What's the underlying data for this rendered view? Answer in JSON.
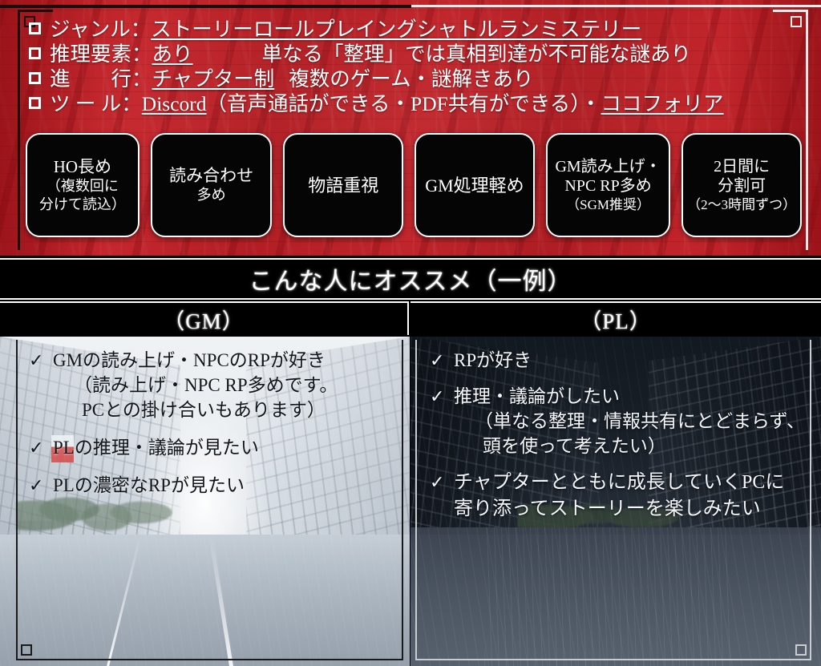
{
  "spec": {
    "bullet_glyph": "□",
    "rows": [
      {
        "key": "ジャンル",
        "sep": "：",
        "value": "ストーリーロールプレイングシャトルランミステリー",
        "rest": "",
        "gap": false
      },
      {
        "key": "推理要素",
        "sep": "：",
        "value": "あり",
        "rest": "単なる「整理」では真相到達が不可能な謎あり",
        "gap": true
      },
      {
        "key": "進　　行",
        "sep": "：",
        "value": "チャプター制",
        "rest": "複数のゲーム・謎解きあり",
        "gap": false
      },
      {
        "key": "ツ ー ル",
        "sep": "：",
        "value": "Discord",
        "rest": "（音声通話ができる・PDF共有ができる）・",
        "value2": "ココフォリア",
        "gap": false
      }
    ]
  },
  "pills": [
    {
      "l1": "HO長め",
      "l2": "（複数回に",
      "l3": "分けて読込）"
    },
    {
      "l1": "読み合わせ",
      "l2": "多め",
      "l3": ""
    },
    {
      "l1": "物語重視",
      "l2": "",
      "l3": ""
    },
    {
      "l1": "GM処理軽め",
      "l2": "",
      "l3": ""
    },
    {
      "l1": "GM読み上げ・",
      "l2": "NPC RP多め",
      "l3": "（SGM推奨）"
    },
    {
      "l1": "2日間に",
      "l2": "分割可",
      "l3": "（2〜3時間ずつ）"
    }
  ],
  "section": {
    "title": "こんな人にオススメ（一例）",
    "gm_header": "（GM）",
    "pl_header": "（PL）"
  },
  "gm_list": {
    "check_glyph": "✓",
    "items": [
      {
        "lines": [
          "GMの読み上げ・NPCのRPが好き",
          "（読み上げ・NPC RP多めです。",
          "PCとの掛け合いもあります）"
        ]
      },
      {
        "lines": [
          "PLの推理・議論が見たい"
        ]
      },
      {
        "lines": [
          "PLの濃密なRPが見たい"
        ]
      }
    ]
  },
  "pl_list": {
    "check_glyph": "✓",
    "items": [
      {
        "lines": [
          "RPが好き"
        ]
      },
      {
        "lines": [
          "推理・議論がしたい",
          "（単なる整理・情報共有にとどまらず、",
          "頭を使って考えたい）"
        ]
      },
      {
        "lines": [
          "チャプターとともに成長していくPCに",
          "寄り添ってストーリーを楽しみたい"
        ]
      }
    ]
  },
  "colors": {
    "red_panel": "#bd2026",
    "black": "#000000",
    "white": "#ffffff",
    "dark_text": "#12161b",
    "light_text": "#f4f7fa"
  }
}
